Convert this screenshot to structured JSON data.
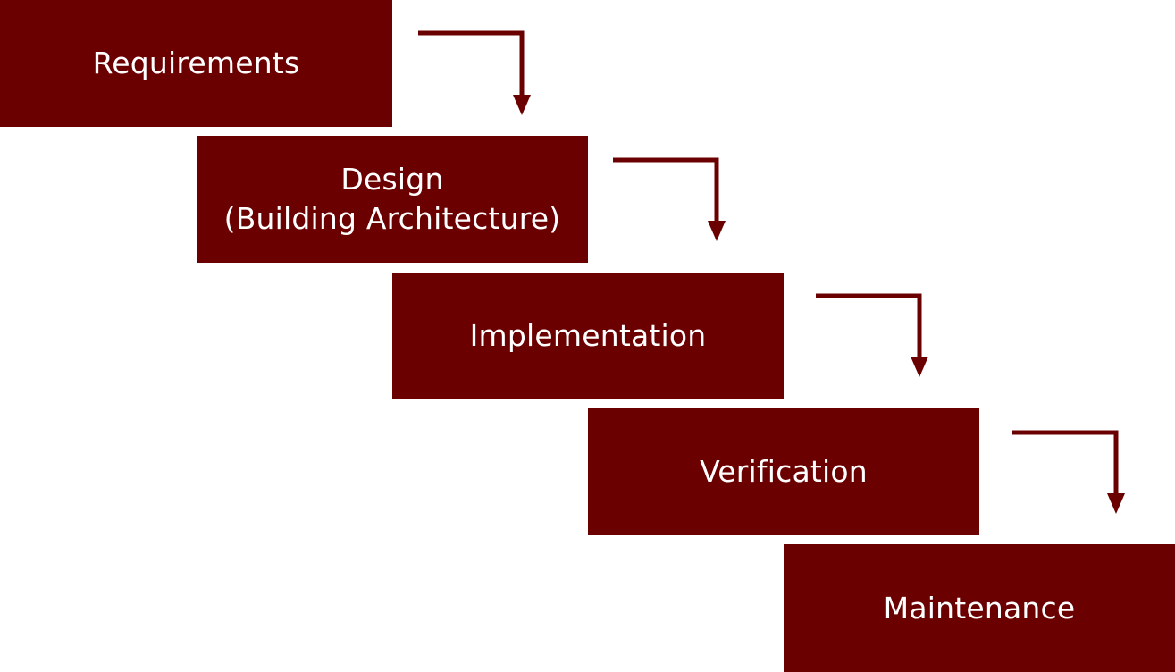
{
  "diagram": {
    "stages": [
      {
        "lines": [
          "Requirements"
        ]
      },
      {
        "lines": [
          "Design",
          "(Building Architecture)"
        ]
      },
      {
        "lines": [
          "Implementation"
        ]
      },
      {
        "lines": [
          "Verification"
        ]
      },
      {
        "lines": [
          "Maintenance"
        ]
      }
    ],
    "colors": {
      "box_fill": "#6b0000",
      "arrow": "#6b0000",
      "text": "#ffffff",
      "background": "#ffffff"
    }
  }
}
